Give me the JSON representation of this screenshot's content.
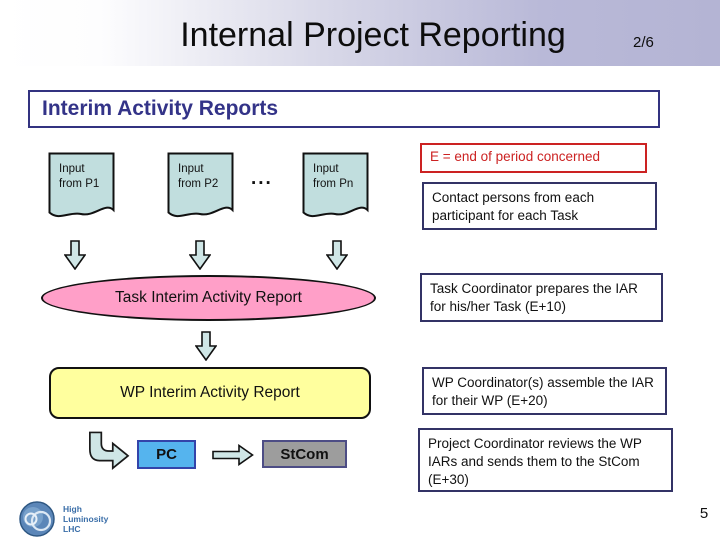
{
  "slide": {
    "title": "Internal Project Reporting",
    "page_indicator": "2/6",
    "section_heading": "Interim Activity Reports",
    "page_number": "5"
  },
  "diagram": {
    "inputs": [
      {
        "line1": "Input",
        "line2": "from P1"
      },
      {
        "line1": "Input",
        "line2": "from P2"
      },
      {
        "line1": "Input",
        "line2": "from Pn"
      }
    ],
    "ellipsis": "...",
    "task_node": "Task Interim Activity Report",
    "wp_node": "WP Interim Activity Report",
    "pc_node": "PC",
    "stcom_node": "StCom"
  },
  "notes": {
    "legend": "E = end of period concerned",
    "contact": "Contact persons from each participant for each Task",
    "task_coordinator": "Task Coordinator prepares the IAR for his/her Task (E+10)",
    "wp_coordinator": "WP Coordinator(s) assemble the IAR for their WP (E+20)",
    "project_coordinator": "Project Coordinator reviews the WP IARs and sends them to the StCom (E+30)"
  },
  "logo": {
    "line1": "High",
    "line2": "Luminosity",
    "line3": "LHC"
  },
  "colors": {
    "header_gradient_end": "#b9b9d8",
    "section_heading_text": "#333388",
    "document_fill": "#c1dede",
    "arrow_fill": "#cfe6e6",
    "task_node_fill": "#ff9fc8",
    "wp_node_fill": "#ffff9e",
    "pc_fill": "#55b4ee",
    "stcom_fill": "#9d9d9d",
    "legend_accent": "#cc2222",
    "note_border": "#333366"
  }
}
